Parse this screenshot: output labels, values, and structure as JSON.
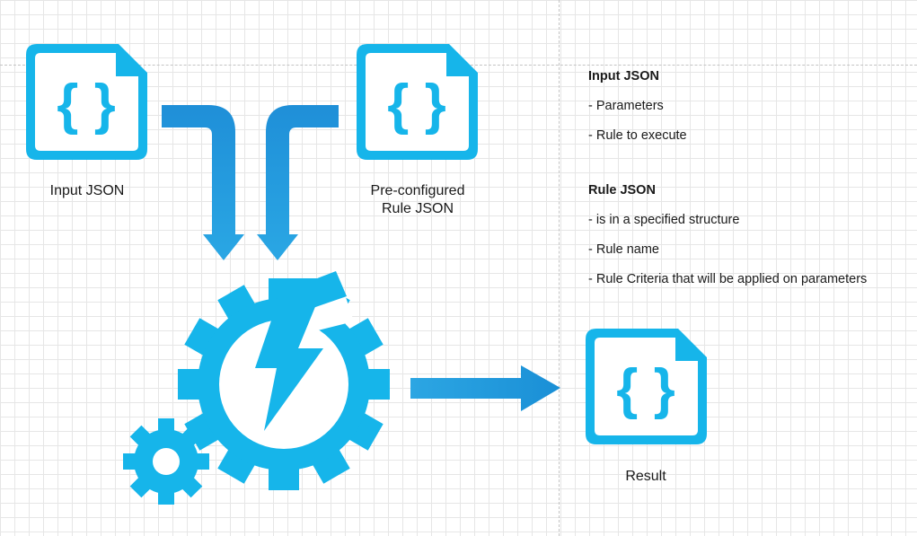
{
  "nodes": {
    "input_json": "Input JSON",
    "rule_json_line1": "Pre-configured",
    "rule_json_line2": "Rule JSON",
    "result": "Result"
  },
  "notes": {
    "input": {
      "heading": "Input JSON",
      "items": [
        "- Parameters",
        "- Rule to execute"
      ]
    },
    "rule": {
      "heading": "Rule JSON",
      "items": [
        "- is in a specified structure",
        "- Rule name",
        "- Rule Criteria that will be applied on parameters"
      ]
    }
  },
  "icons": {
    "document": "json-document-icon",
    "engine": "rule-engine-gear-lightning-icon",
    "arrow": "flow-arrow"
  },
  "colors": {
    "icon": "#16b5ea",
    "arrow_light": "#27a8e2",
    "arrow_dark": "#1a8fd6",
    "grid": "#e6e6e6"
  }
}
